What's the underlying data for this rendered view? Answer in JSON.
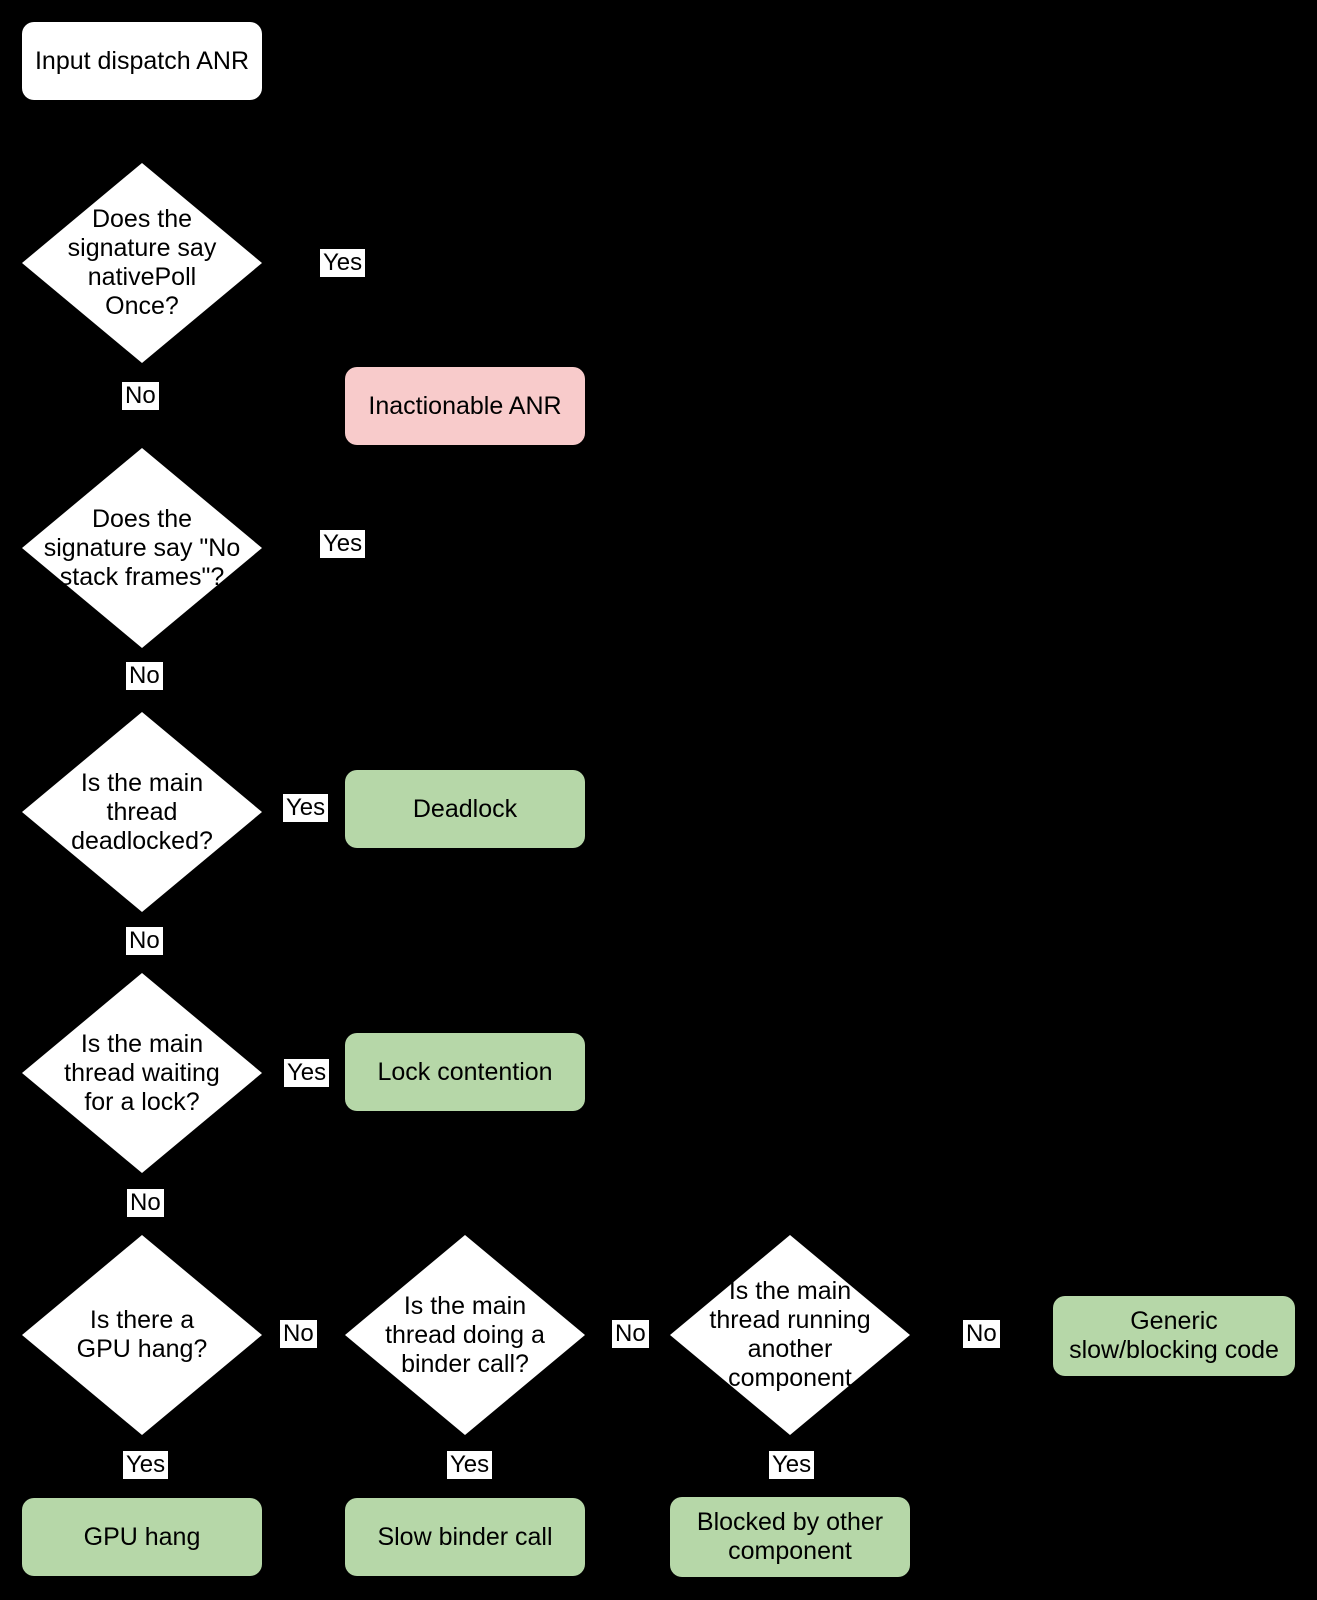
{
  "colors": {
    "background": "#000000",
    "decision_fill": "#ffffff",
    "outcome_green": "#b6d7a8",
    "outcome_pink": "#f8cbcb",
    "text": "#000000",
    "edge_label_background": "#ffffff"
  },
  "nodes": {
    "start": "Input dispatch ANR",
    "d1": "Does the\nsignature say\nnativePoll\nOnce?",
    "d2": "Does the\nsignature say \"No\nstack frames\"?",
    "d3": "Is the main\nthread\ndeadlocked?",
    "d4": "Is the main\nthread waiting\nfor a lock?",
    "d5": "Is there a\nGPU hang?",
    "d6": "Is the main\nthread doing a\nbinder call?",
    "d7": "Is the main\nthread running\nanother\ncomponent",
    "inactionable": "Inactionable ANR",
    "deadlock": "Deadlock",
    "lock_contention": "Lock contention",
    "generic": "Generic\nslow/blocking code",
    "gpu_hang": "GPU hang",
    "slow_binder": "Slow binder call",
    "blocked": "Blocked by other\ncomponent"
  },
  "edge_labels": {
    "yes": "Yes",
    "no": "No"
  }
}
